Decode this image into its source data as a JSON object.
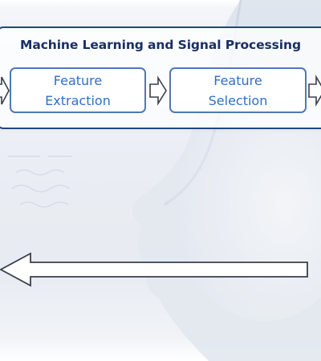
{
  "panel": {
    "title": "Machine Learning and Signal Processing",
    "border_color": "#23457e",
    "title_color": "#1a2f63"
  },
  "stages": [
    {
      "line1": "Feature",
      "line2": "Extraction"
    },
    {
      "line1": "Feature",
      "line2": "Selection"
    }
  ],
  "colors": {
    "stage_border": "#4f79b5",
    "stage_text": "#2e71c6",
    "arrow_stroke": "#3a3f4a"
  },
  "icons": {
    "stage_arrow": "block-arrow-right-icon",
    "return_arrow": "block-arrow-left-icon"
  }
}
